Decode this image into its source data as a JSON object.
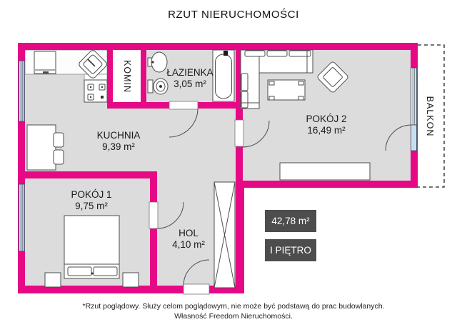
{
  "title": "RZUT NIERUCHOMOŚCI",
  "rooms": [
    {
      "id": "kuchnia",
      "name": "KUCHNIA",
      "area": "9,39 m²"
    },
    {
      "id": "lazienka",
      "name": "ŁAZIENKA",
      "area": "3,05 m²"
    },
    {
      "id": "pokoj2",
      "name": "POKÓJ 2",
      "area": "16,49 m²"
    },
    {
      "id": "pokoj1",
      "name": "POKÓJ 1",
      "area": "9,75 m²"
    },
    {
      "id": "hol",
      "name": "HOL",
      "area": "4,10 m²"
    },
    {
      "id": "komin",
      "name": "KOMIN"
    },
    {
      "id": "balkon",
      "name": "BALKON"
    }
  ],
  "info": {
    "total_area": "42,78 m²",
    "floor": "I PIĘTRO"
  },
  "footer": {
    "line1": "*Rzut poglądowy. Służy celom poglądowym, nie może być podstawą do prac budowlanych.",
    "line2": "Własność Freedom Nieruchomości."
  },
  "colors": {
    "wall": "#e60985",
    "floor": "#dcdcdc",
    "window": "#c7e0f2",
    "info_box": "#4d4d4d",
    "outline": "#4d4d4d"
  }
}
